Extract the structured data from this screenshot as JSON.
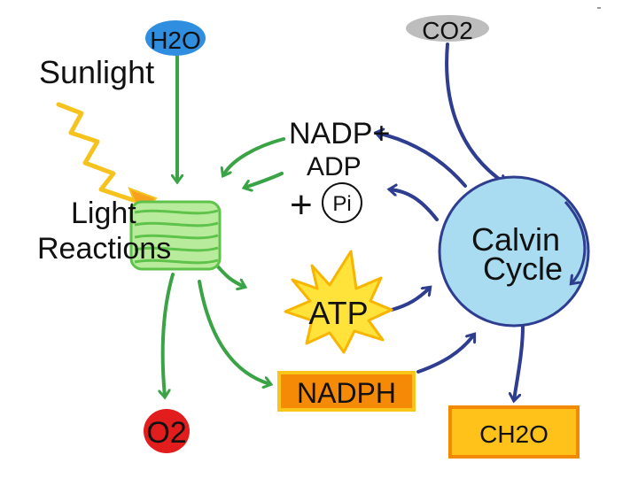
{
  "labels": {
    "h2o": "H2O",
    "co2": "CO2",
    "sunlight": "Sunlight",
    "light_line1": "Light",
    "light_line2": "Reactions",
    "nadp_plus": "NADP+",
    "adp": "ADP",
    "plus": "+",
    "pi": "Pi",
    "calvin_line1": "Calvin",
    "calvin_line2": "Cycle",
    "atp": "ATP",
    "nadph": "NADPH",
    "o2": "O2",
    "ch2o": "CH2O"
  },
  "colors": {
    "green_arrow": "#3aa346",
    "blue_arrow": "#2e3d8f",
    "h2o_fill": "#2f8ee0",
    "co2_fill": "#bdbdbd",
    "calvin_fill": "#a9dcf0",
    "chloroplast_fill": "#b8ec9c",
    "chloroplast_stroke": "#5fc24a",
    "atp_star": "#ffe23a",
    "atp_star_stroke": "#f7b500",
    "nadph_fill": "#f58a07",
    "nadph_stroke": "#f9c51b",
    "o2_fill": "#e11d1d",
    "ch2o_fill": "#ffc21a",
    "ch2o_stroke": "#f28a00",
    "sunlight": "#f6c21e"
  }
}
